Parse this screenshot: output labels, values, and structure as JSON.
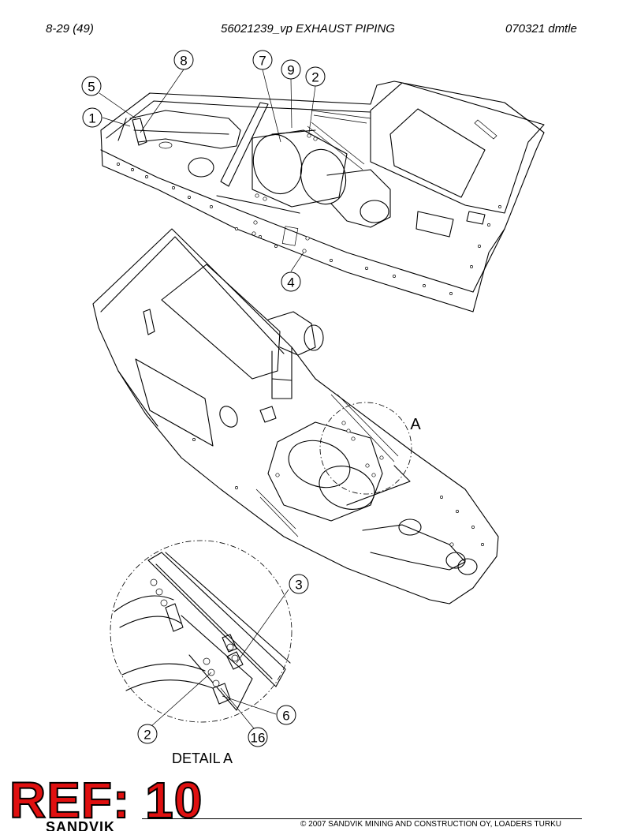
{
  "header": {
    "page": "8-29 (49)",
    "title": "56021239_vp EXHAUST PIPING",
    "code": "070321 dmtle"
  },
  "callouts": {
    "top": [
      "8",
      "7",
      "9",
      "2",
      "5",
      "1",
      "4"
    ],
    "middle": [
      "A"
    ],
    "detail": [
      "3",
      "6",
      "2",
      "16"
    ]
  },
  "detail_caption": "DETAIL A",
  "ref_label": "REF: 10",
  "footer": {
    "copyright": "© 2007 SANDVIK MINING AND CONSTRUCTION OY, LOADERS TURKU",
    "logo_text": "SANDVIK"
  }
}
